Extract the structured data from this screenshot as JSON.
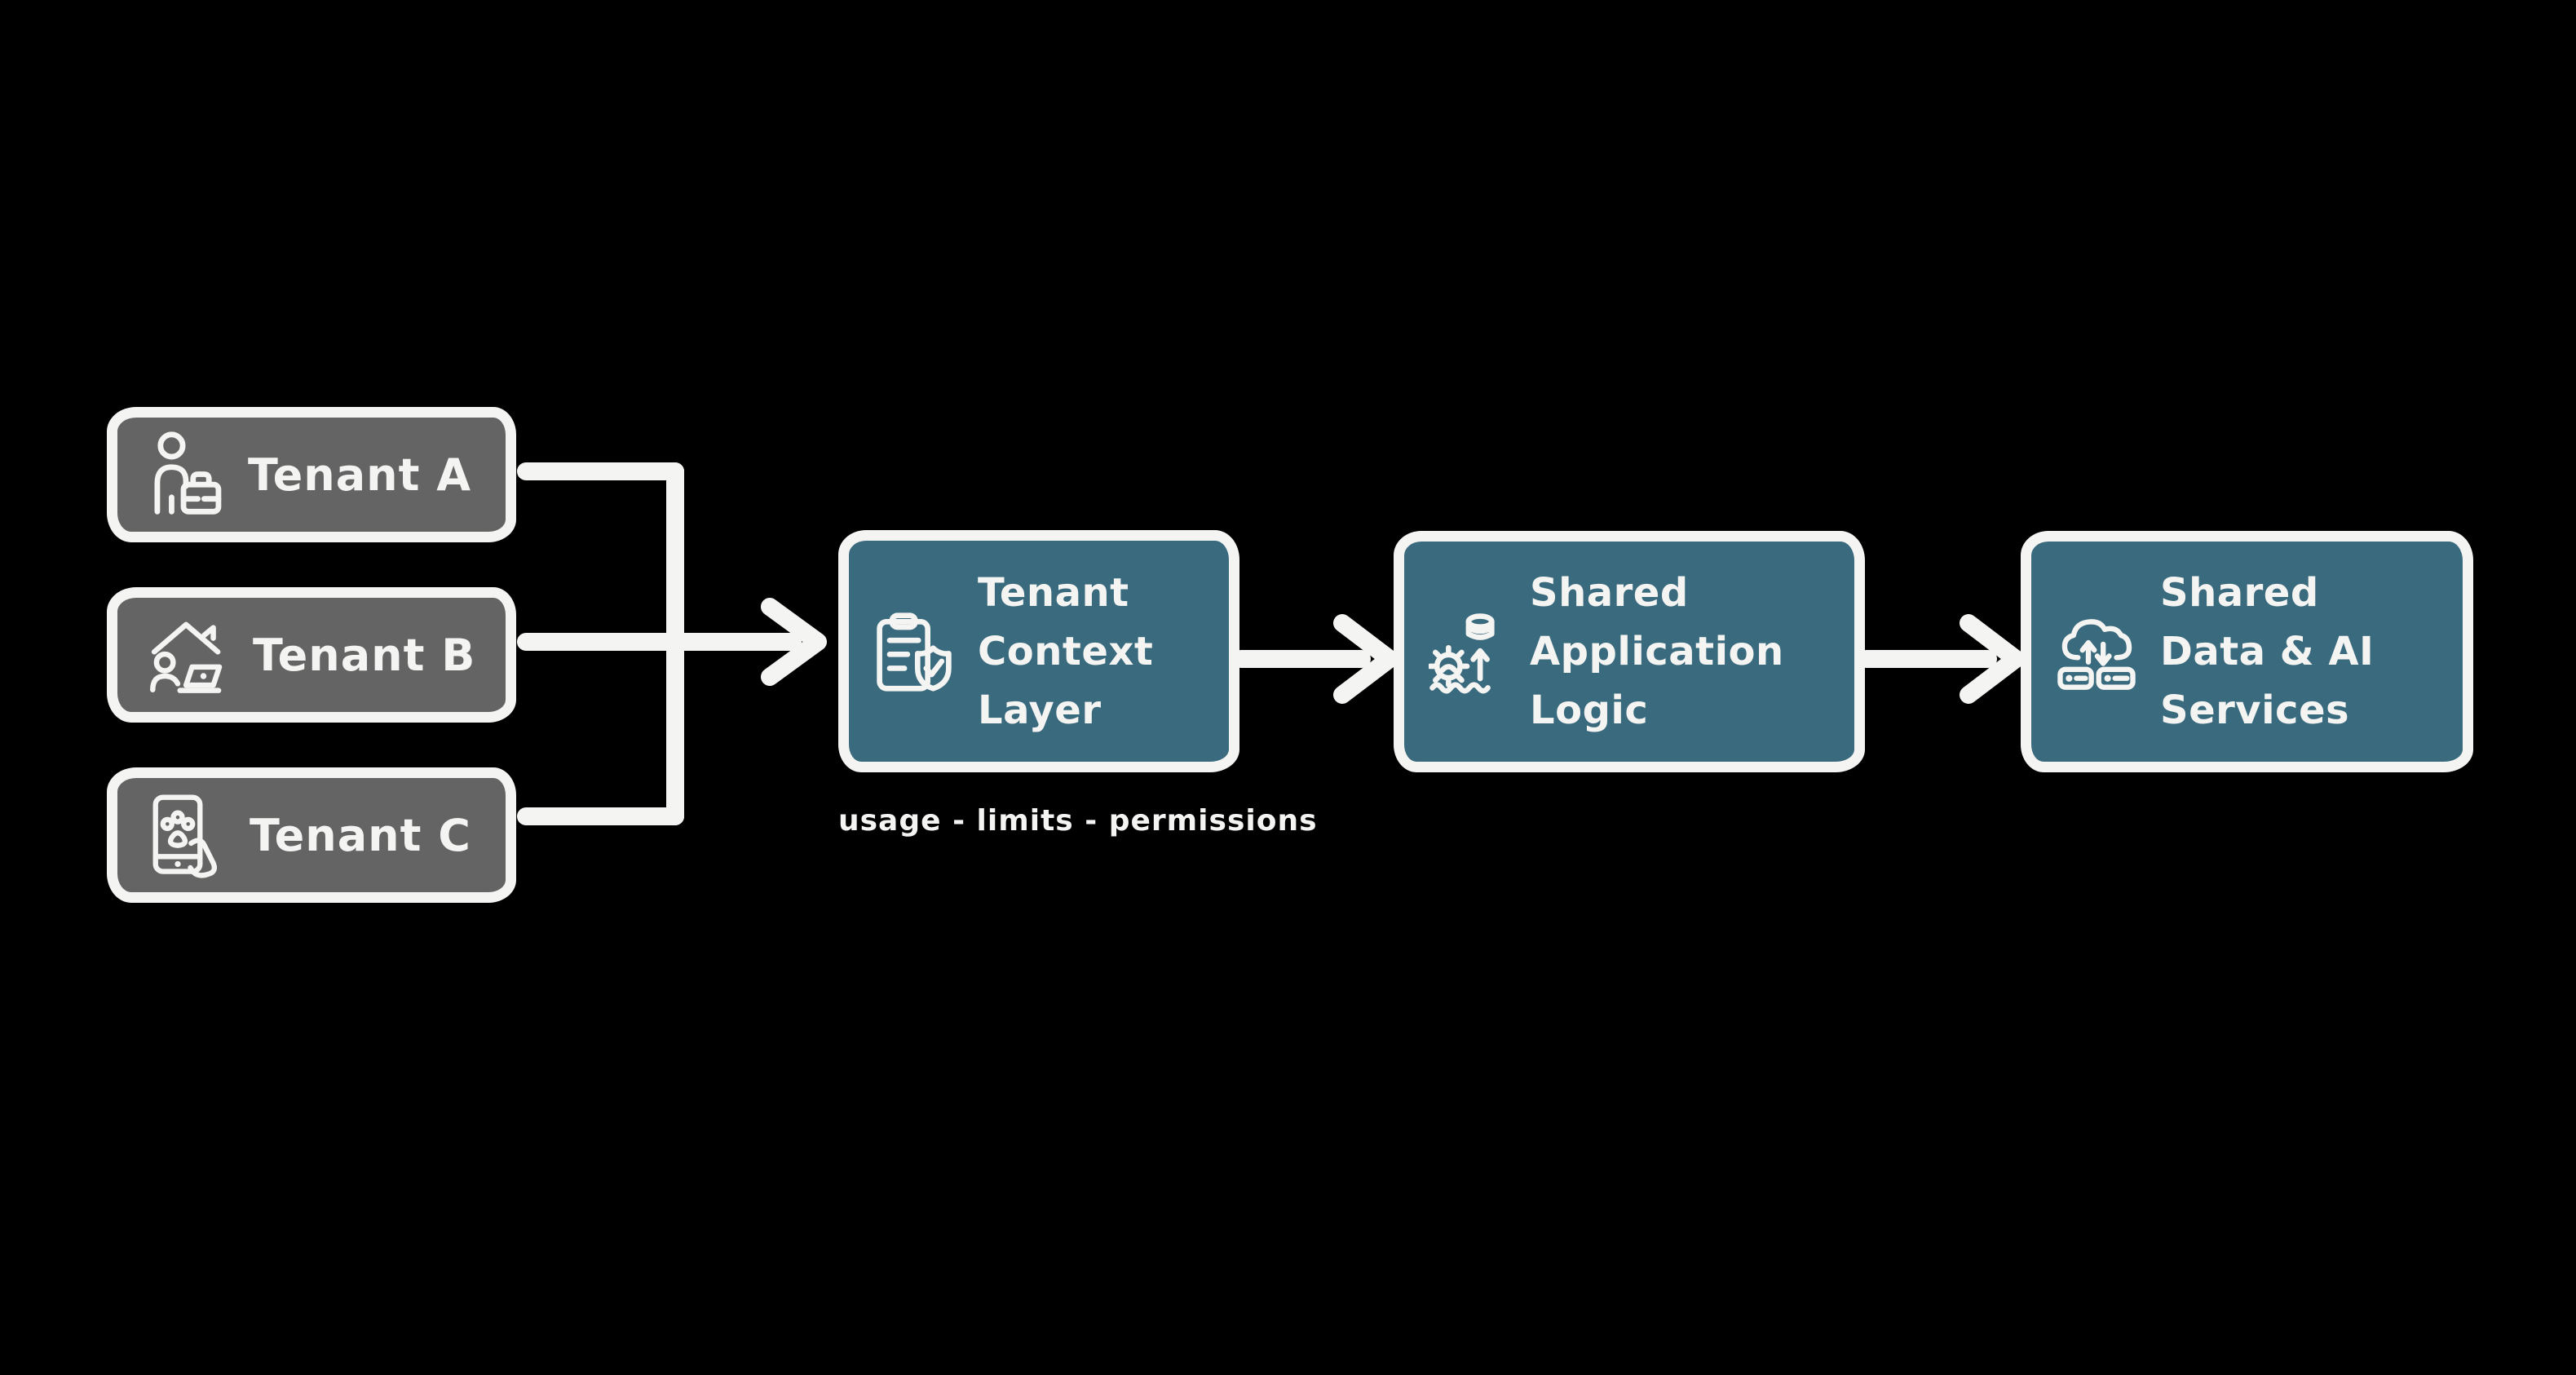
{
  "colors": {
    "background": "#000000",
    "outline": "#f4f4f2",
    "tenant_fill": "#646464",
    "stage_fill": "#3a6a7d",
    "text": "#f4f4f2"
  },
  "tenants": [
    {
      "label": "Tenant A",
      "icon": "business-user-icon"
    },
    {
      "label": "Tenant B",
      "icon": "home-office-user-icon"
    },
    {
      "label": "Tenant C",
      "icon": "pet-app-tablet-icon"
    }
  ],
  "stages": [
    {
      "lines": [
        "Tenant",
        "Context",
        "Layer"
      ],
      "icon": "clipboard-shield-check-icon",
      "annotation": "usage - limits - permissions"
    },
    {
      "lines": [
        "Shared",
        "Application",
        "Logic"
      ],
      "icon": "gear-database-upload-icon"
    },
    {
      "lines": [
        "Shared",
        "Data & AI",
        "Services"
      ],
      "icon": "cloud-sync-devices-icon"
    }
  ]
}
